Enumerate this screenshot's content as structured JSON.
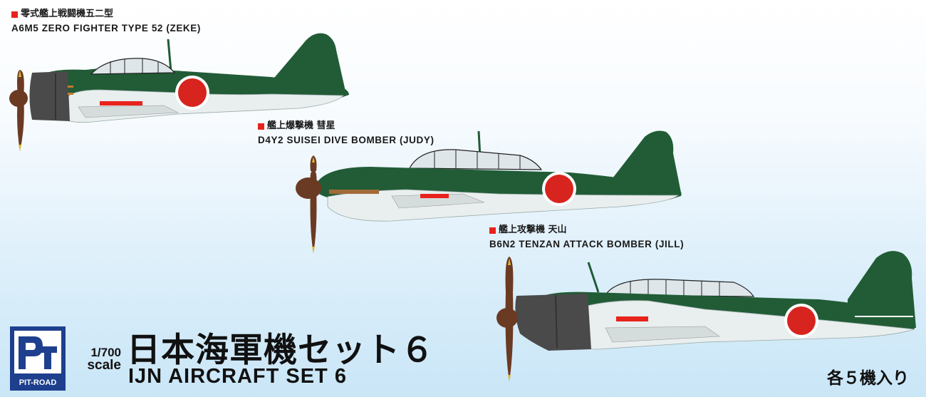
{
  "colors": {
    "accent_red": "#e8231c",
    "hinomaru": "#d8241e",
    "hull_green": "#215c36",
    "underside": "#e9eeee",
    "cowling": "#4a4a4a",
    "prop": "#6b3a23",
    "logo_blue": "#1d3f8e"
  },
  "aircraft": [
    {
      "jp": "零式艦上戦闘機五二型",
      "en": "A6M5 ZERO FIGHTER TYPE 52 (ZEKE)"
    },
    {
      "jp": "艦上爆撃機 彗星",
      "en": "D4Y2 SUISEI DIVE BOMBER (JUDY)"
    },
    {
      "jp": "艦上攻撃機 天山",
      "en": "B6N2 TENZAN ATTACK BOMBER (JILL)"
    }
  ],
  "logo": {
    "name": "PIT-ROAD"
  },
  "scale": {
    "ratio": "1/700",
    "word": "scale"
  },
  "title": {
    "jp": "日本海軍機セット６",
    "en": "IJN AIRCRAFT SET 6"
  },
  "count": "各５機入り"
}
